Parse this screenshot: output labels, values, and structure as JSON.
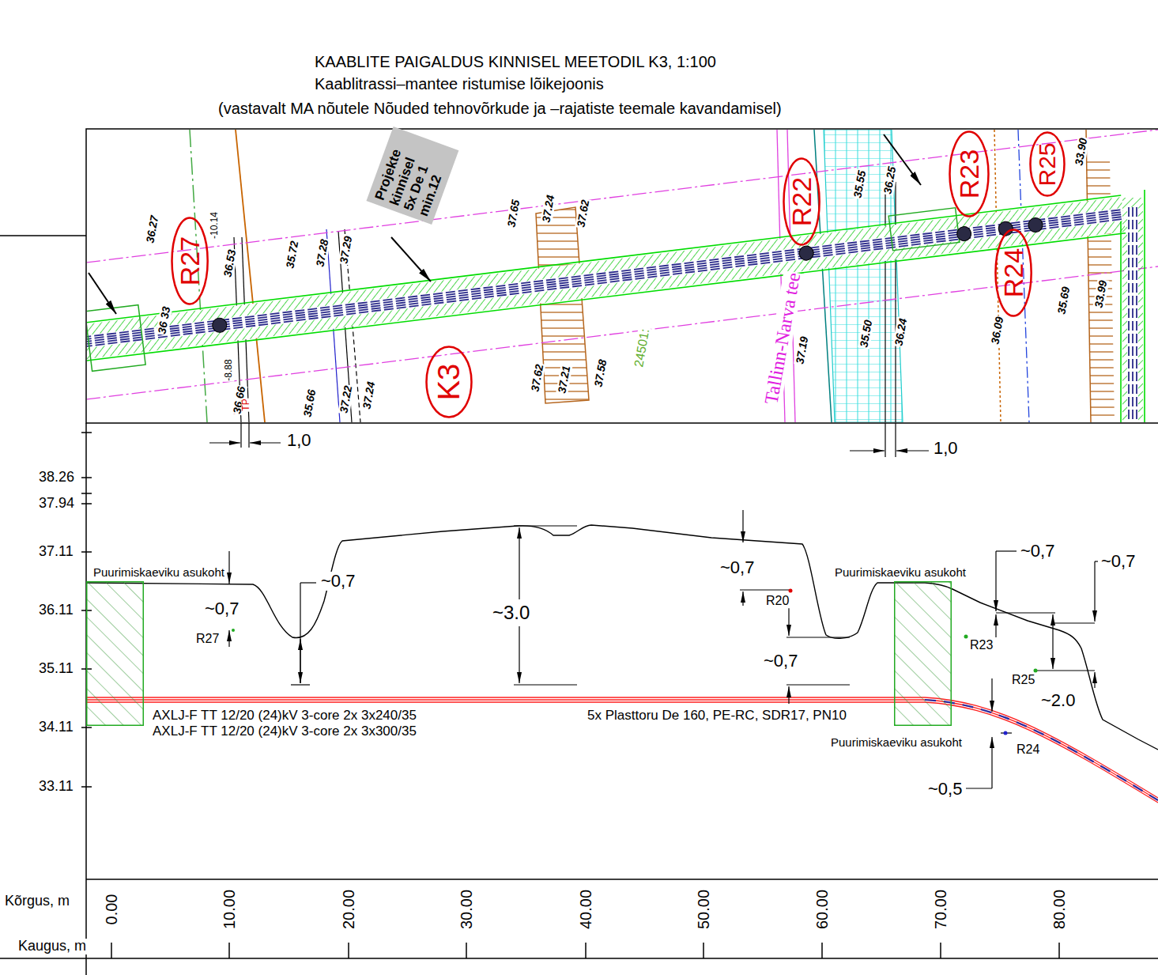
{
  "diagram": {
    "title": "KAABLITE PAIGALDUS KINNISEL MEETODIL K3, 1:100",
    "nodes": [
      {
        "text": [
          "Projekte kinnisel 5x De 1 min.12"
        ]
      },
      {
        "text": [
          "R27"
        ]
      },
      {
        "text": [
          "R22"
        ]
      },
      {
        "text": [
          "R23"
        ]
      },
      {
        "text": [
          "R25"
        ]
      },
      {
        "text": [
          "K3"
        ]
      },
      {
        "text": [
          "R24"
        ]
      },
      {
        "text": [
          "Puurimiskaeviku asukoht"
        ]
      },
      {
        "text": [
          "Puurimiskaeviku asukoht"
        ]
      }
    ],
    "labels": [
      "Kaablitrassi–mantee ristumise lõikejoonis",
      "(vastavalt MA nõutele Nõuded tehnovõrkude ja –rajatiste teemale kavandamisel)",
      "36.27",
      "36.53",
      "35.72",
      "37.28",
      "37.29",
      "37.65",
      "37.24",
      "37.62",
      "36 33",
      "36.66",
      "35.66",
      "37.22",
      "37.24",
      "37.62",
      "37.21",
      "37.58",
      "35.55",
      "36.25",
      "37.19",
      "35.50",
      "36.24",
      "36.09",
      "35.69",
      "33.99",
      "33.90",
      "-10.14",
      "-8.88",
      "TP",
      "Tallinn-Narva tee",
      "24501:",
      "1,0",
      "1,0",
      "38.26",
      "37.94",
      "37.11",
      "36.11",
      "35.11",
      "34.11",
      "33.11",
      "~0,7",
      "R27",
      "~0,7",
      "~3.0",
      "~0,7",
      "R20",
      "~0,7",
      "~0,7",
      "R23",
      "~0,7",
      "R25",
      "~2.0",
      "Puurimiskaeviku asukoht",
      "R24",
      "~0,5",
      "AXLJ-F TT 12/20 (24)kV 3-core 2x 3x240/35",
      "AXLJ-F TT 12/20 (24)kV 3-core 2x 3x300/35",
      "5x Plasttoru De 160, PE-RC, SDR17, PN10",
      "Kõrgus, m",
      "Kaugus, m",
      "0.00",
      "10.00",
      "20.00",
      "30.00",
      "40.00",
      "50.00",
      "60.00",
      "70.00",
      "80.00"
    ]
  }
}
